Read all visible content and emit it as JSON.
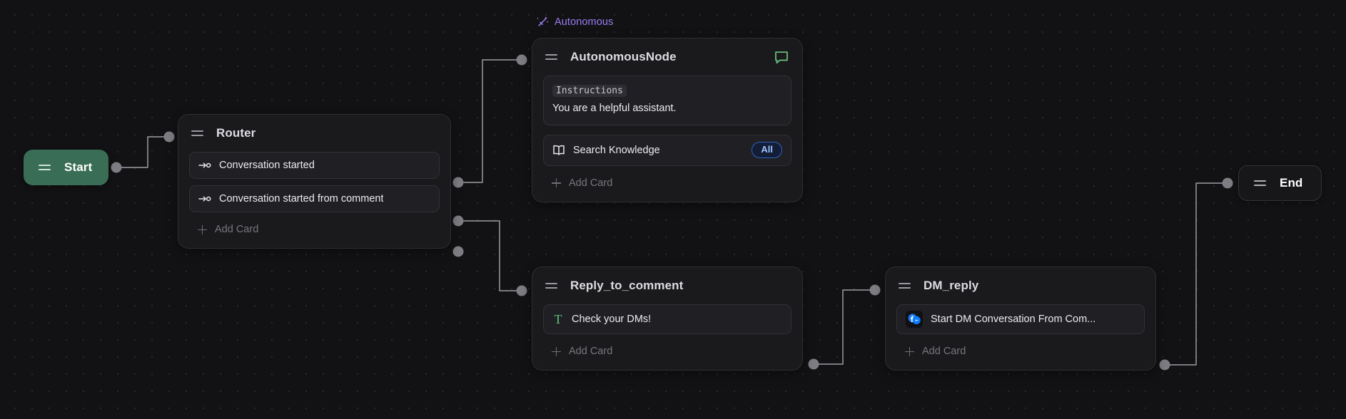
{
  "canvas": {
    "background_color": "#121214",
    "dot_color": "#2a2a2e"
  },
  "group_label": {
    "text": "Autonomous",
    "icon": "magic-wand-icon",
    "color": "#9b7cf0"
  },
  "nodes": {
    "start": {
      "label": "Start",
      "handle_icon": "drag-handle-icon",
      "color": "#3a6d55"
    },
    "end": {
      "label": "End",
      "handle_icon": "drag-handle-icon",
      "color": "#17171a"
    },
    "router": {
      "title": "Router",
      "handle_icon": "drag-handle-icon",
      "cards": [
        {
          "label": "Conversation started",
          "icon": "trigger-arrow-icon"
        },
        {
          "label": "Conversation started from comment",
          "icon": "trigger-arrow-icon"
        }
      ],
      "add_card": "Add Card"
    },
    "autonomous_node": {
      "title": "AutonomousNode",
      "handle_icon": "drag-handle-icon",
      "chat_icon": "chat-bubble-icon",
      "instructions_tag": "Instructions",
      "instructions_body": "You are a helpful assistant.",
      "cards": [
        {
          "label": "Search Knowledge",
          "icon": "book-icon",
          "badge": "All"
        }
      ],
      "add_card": "Add Card"
    },
    "reply_to_comment": {
      "title": "Reply_to_comment",
      "handle_icon": "drag-handle-icon",
      "cards": [
        {
          "label": "Check your DMs!",
          "icon": "text-t-icon"
        }
      ],
      "add_card": "Add Card"
    },
    "dm_reply": {
      "title": "DM_reply",
      "handle_icon": "drag-handle-icon",
      "cards": [
        {
          "label": "Start DM Conversation From Com...",
          "icon": "messenger-icon"
        }
      ],
      "add_card": "Add Card"
    }
  },
  "edges": [
    {
      "from": "start",
      "to": "router"
    },
    {
      "from": "router-out-1",
      "to": "autonomous_node"
    },
    {
      "from": "router-out-2",
      "to": "reply_to_comment"
    },
    {
      "from": "reply_to_comment",
      "to": "dm_reply"
    },
    {
      "from": "dm_reply",
      "to": "end"
    }
  ]
}
